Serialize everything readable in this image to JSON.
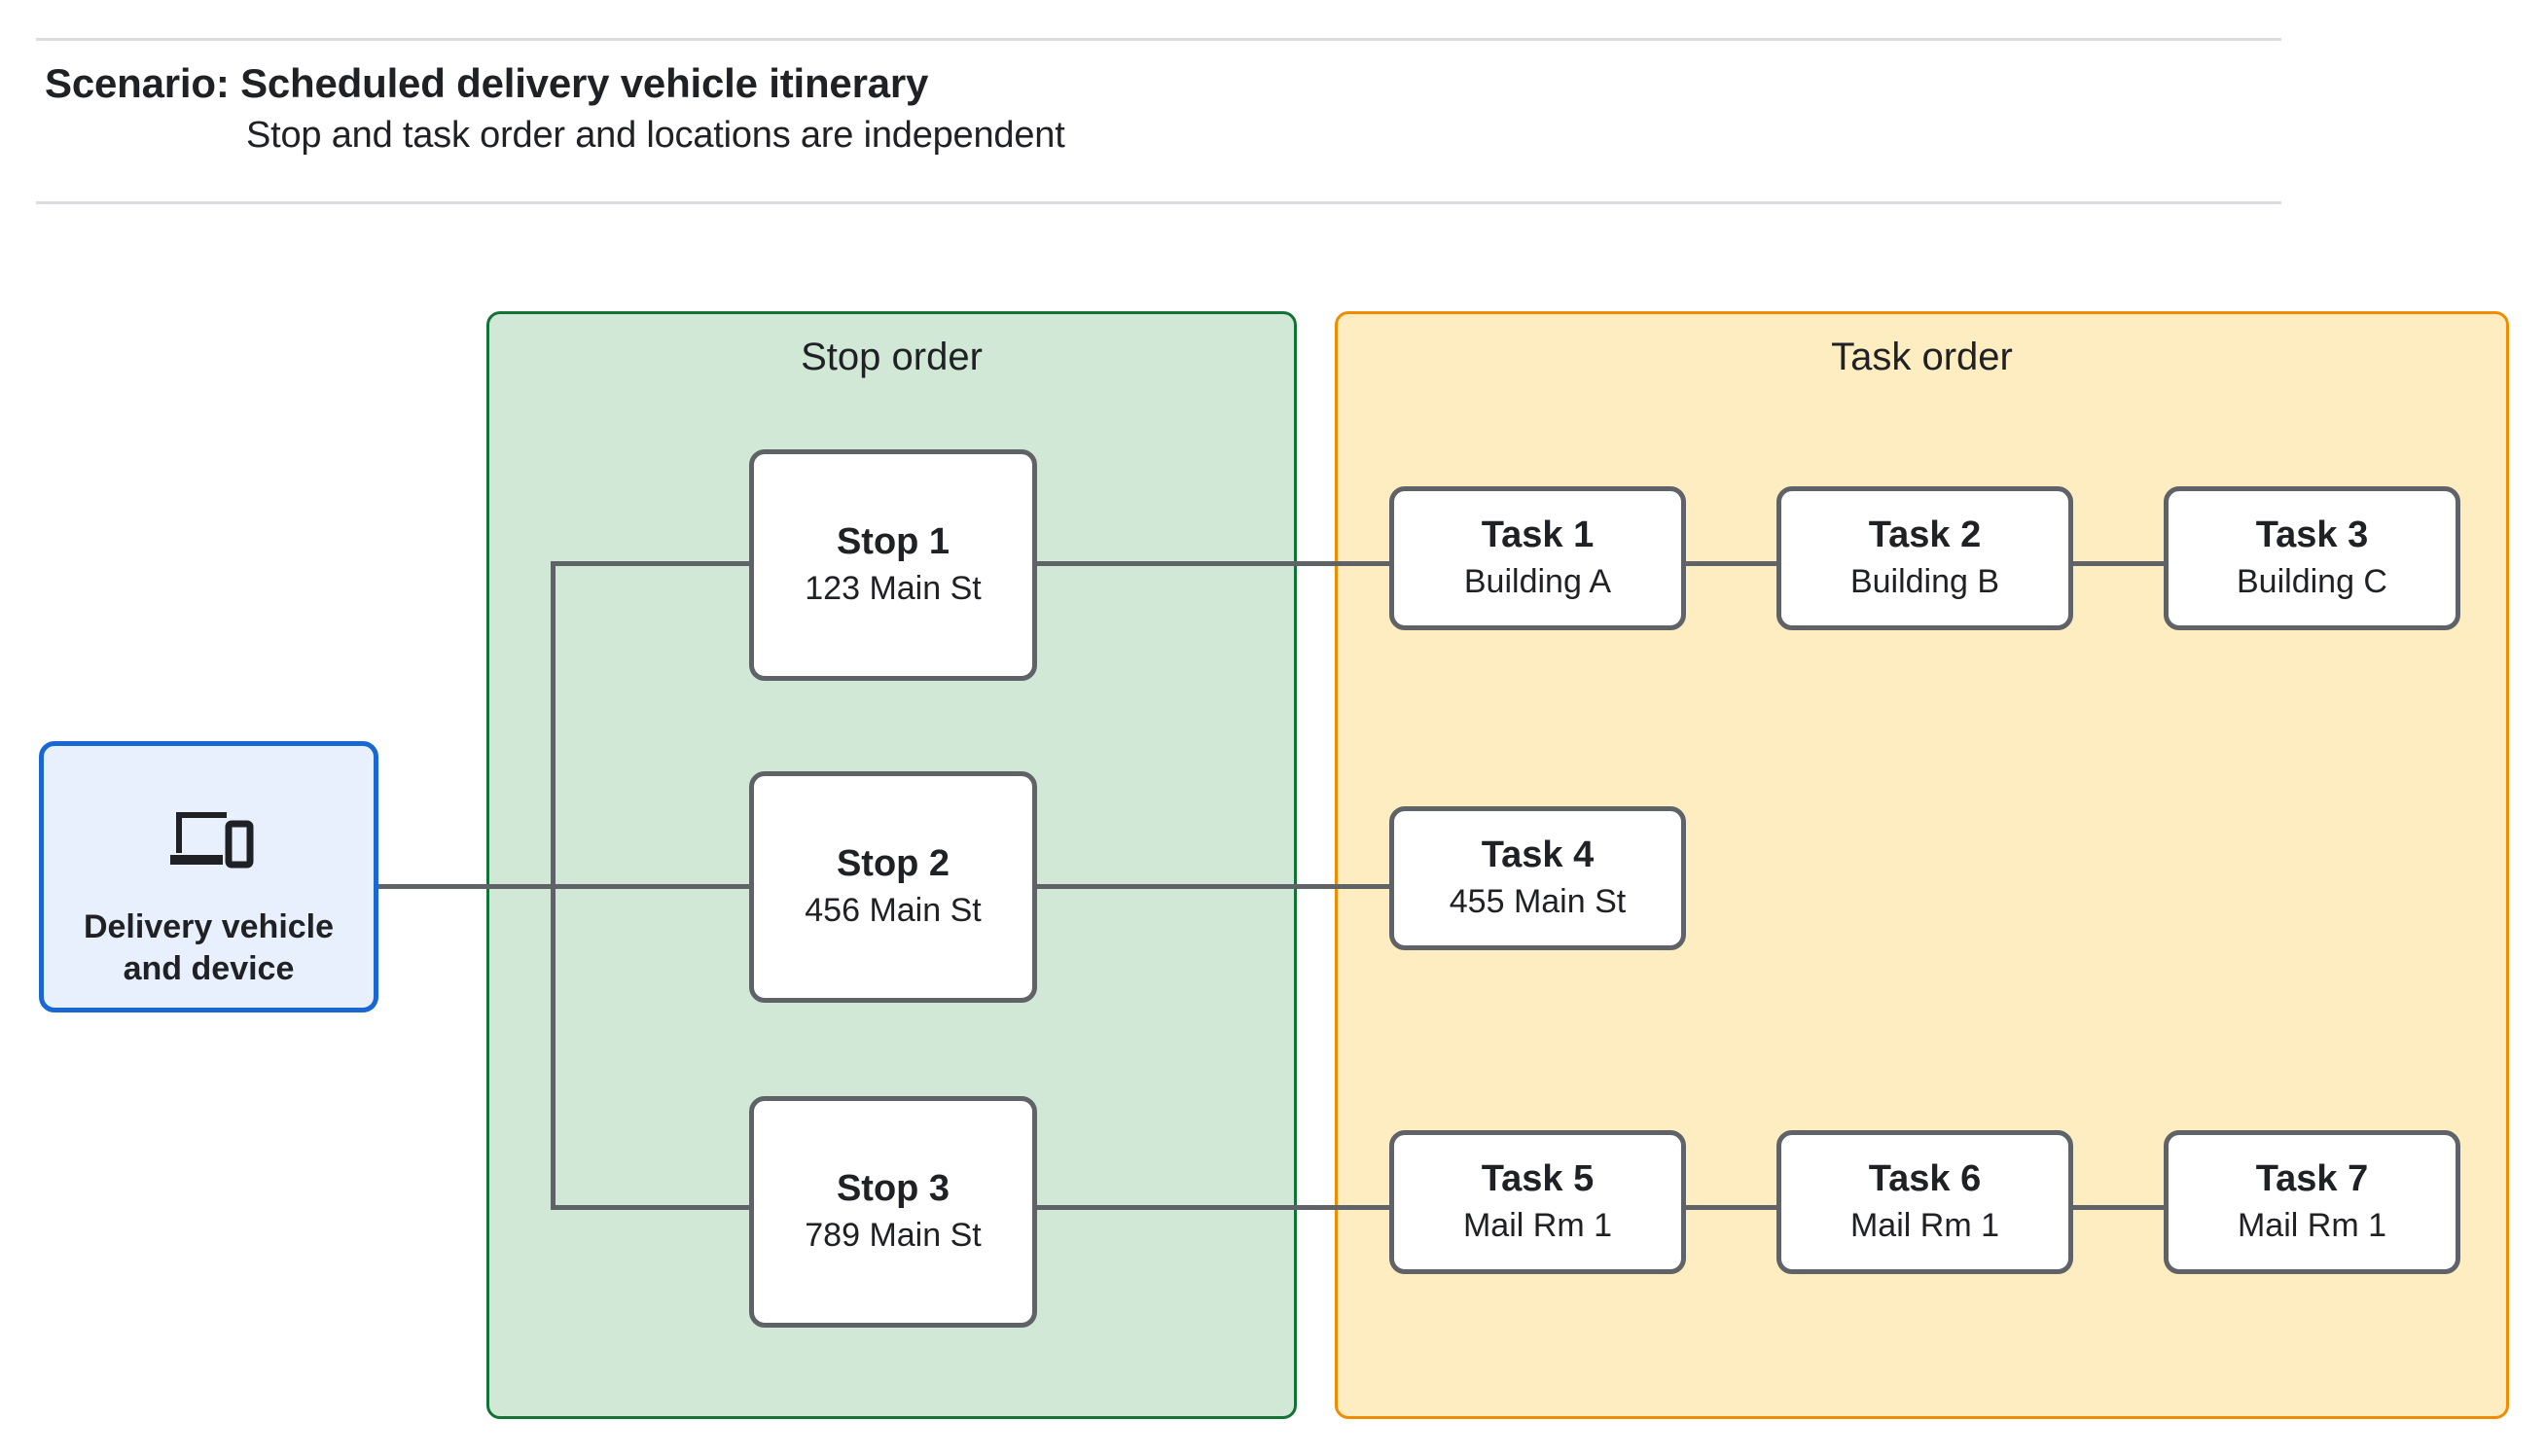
{
  "header": {
    "title": "Scenario: Scheduled delivery vehicle itinerary",
    "subtitle": "Stop and task order and locations are independent"
  },
  "vehicle": {
    "icon": "devices-icon",
    "label": "Delivery vehicle\nand device"
  },
  "panels": {
    "stop_order": {
      "title": "Stop order",
      "fill_color": "#d0e8d5",
      "border_color": "#127336"
    },
    "task_order": {
      "title": "Task order",
      "fill_color": "#fdedc0",
      "border_color": "#f08c00"
    }
  },
  "stops": [
    {
      "title": "Stop 1",
      "location": "123 Main St"
    },
    {
      "title": "Stop 2",
      "location": "456 Main St"
    },
    {
      "title": "Stop 3",
      "location": "789 Main St"
    }
  ],
  "tasks": [
    {
      "title": "Task 1",
      "location": "Building A"
    },
    {
      "title": "Task 2",
      "location": "Building B"
    },
    {
      "title": "Task 3",
      "location": "Building C"
    },
    {
      "title": "Task 4",
      "location": "455 Main St"
    },
    {
      "title": "Task 5",
      "location": "Mail Rm 1"
    },
    {
      "title": "Task 6",
      "location": "Mail Rm 1"
    },
    {
      "title": "Task 7",
      "location": "Mail Rm 1"
    }
  ],
  "colors": {
    "node_border": "#5f6368",
    "connector": "#5f6368",
    "vehicle_border": "#1967d2",
    "vehicle_fill": "#e8f0fe",
    "rule": "#dadce0",
    "text": "#202124"
  }
}
